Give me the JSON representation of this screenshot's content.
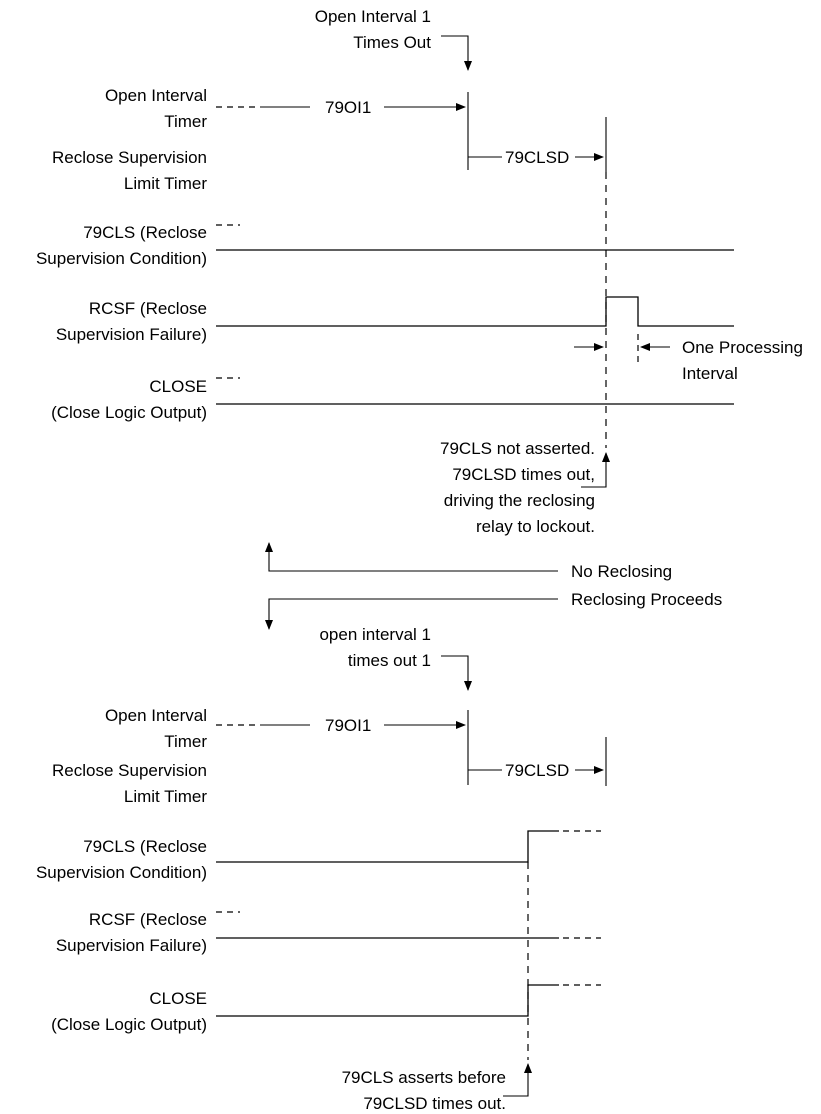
{
  "panel1": {
    "event_top": [
      "Open Interval 1",
      "Times Out"
    ],
    "signals": {
      "open_interval_timer": [
        "Open Interval",
        "Timer"
      ],
      "reclose_supervision_limit_timer": [
        "Reclose Supervision",
        "Limit Timer"
      ],
      "cls": [
        "79CLS (Reclose",
        "Supervision Condition)"
      ],
      "rcsf": [
        "RCSF (Reclose",
        "Supervision Failure)"
      ],
      "close": [
        "CLOSE",
        "(Close Logic Output)"
      ]
    },
    "timer_79oi1": "79OI1",
    "timer_79clsd": "79CLSD",
    "processing_note": [
      "One Processing",
      "Interval"
    ],
    "bottom_note": [
      "79CLS not asserted.",
      "79CLSD times out,",
      "driving the reclosing",
      "relay to lockout."
    ]
  },
  "branches": {
    "no_reclosing": "No Reclosing",
    "reclosing_proceeds": "Reclosing Proceeds"
  },
  "panel2": {
    "event_top": [
      "open interval 1",
      "times out 1"
    ],
    "signals": {
      "open_interval_timer": [
        "Open Interval",
        "Timer"
      ],
      "reclose_supervision_limit_timer": [
        "Reclose Supervision",
        "Limit Timer"
      ],
      "cls": [
        "79CLS (Reclose",
        "Supervision Condition)"
      ],
      "rcsf": [
        "RCSF (Reclose",
        "Supervision Failure)"
      ],
      "close": [
        "CLOSE",
        "(Close Logic Output)"
      ]
    },
    "timer_79oi1": "79OI1",
    "timer_79clsd": "79CLSD",
    "bottom_note": [
      "79CLS asserts before",
      "79CLSD times out."
    ]
  }
}
